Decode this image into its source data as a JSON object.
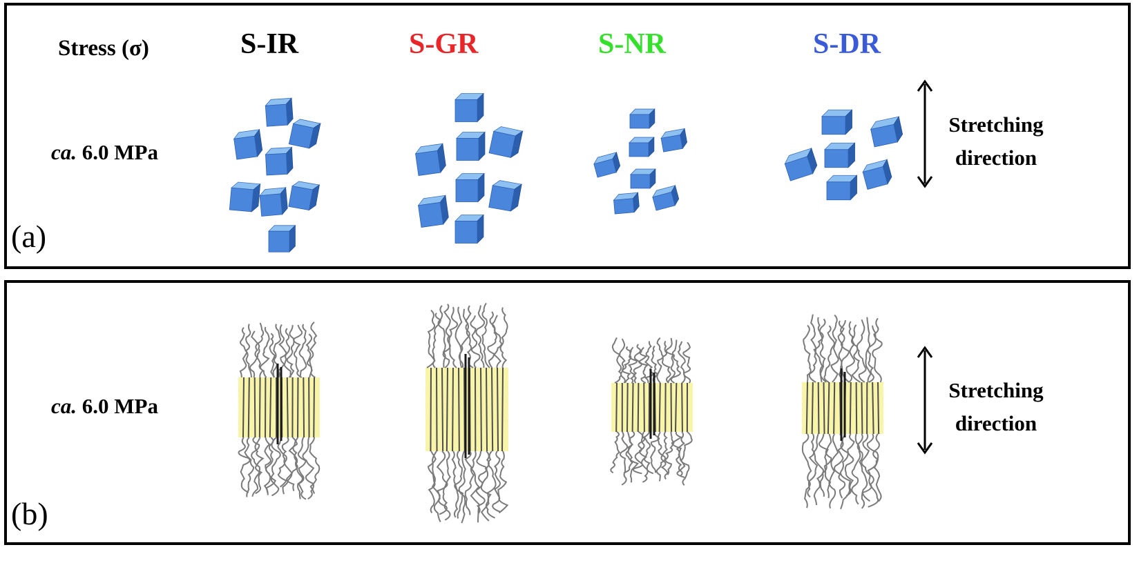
{
  "panel_a": {
    "label": "(a)",
    "stress_header": "Stress (σ)",
    "stress_value_italic": "ca.",
    "stress_value_rest": " 6.0 MPa",
    "samples": [
      {
        "name": "S-IR",
        "color": "#111111"
      },
      {
        "name": "S-GR",
        "color": "#e8262a"
      },
      {
        "name": "S-NR",
        "color": "#35e02c"
      },
      {
        "name": "S-DR",
        "color": "#3a5bd8"
      }
    ],
    "stretching_line1": "Stretching",
    "stretching_line2": "direction"
  },
  "panel_b": {
    "label": "(b)",
    "stress_value_italic": "ca.",
    "stress_value_rest": " 6.0 MPa",
    "stretching_line1": "Stretching",
    "stretching_line2": "direction"
  },
  "colors": {
    "cube_top": "#8ec0f2",
    "cube_front": "#4a86dc",
    "cube_side": "#2b5fae",
    "crystal_highlight": "#f7f29a",
    "chain": "#7a7a7a",
    "chain_dark": "#1a1a1a"
  }
}
